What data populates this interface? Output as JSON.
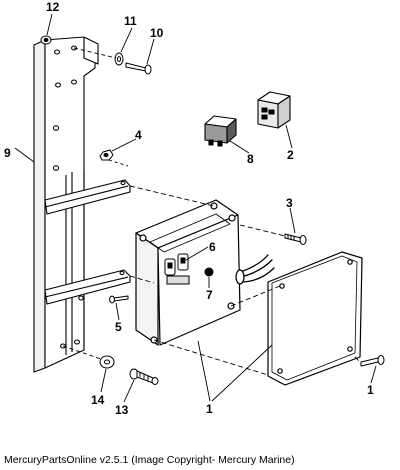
{
  "diagram": {
    "callouts": {
      "c1_lower": "1",
      "c1_bottom": "1",
      "c2": "2",
      "c3": "3",
      "c4": "4",
      "c5": "5",
      "c6": "6",
      "c7": "7",
      "c8": "8",
      "c9": "9",
      "c10": "10",
      "c11": "11",
      "c12": "12",
      "c13": "13",
      "c14": "14"
    }
  },
  "footer": {
    "caption": "MercuryPartsOnline v2.5.1 (Image Copyright- Mercury Marine)"
  }
}
